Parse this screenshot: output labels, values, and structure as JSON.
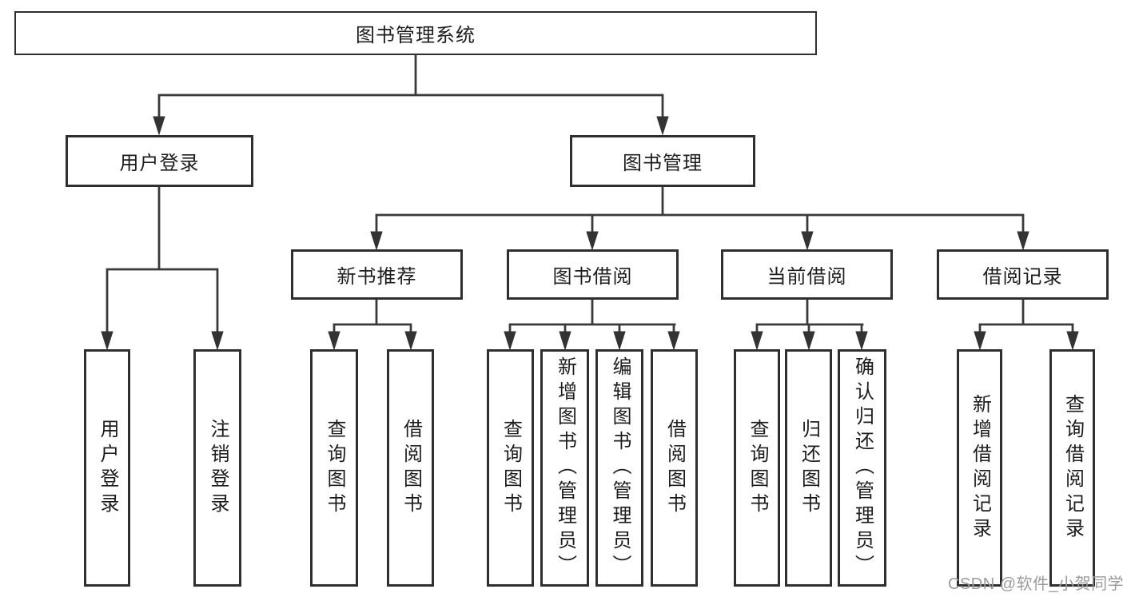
{
  "diagram": {
    "type": "hierarchy",
    "nodes": {
      "root": {
        "label": "图书管理系统"
      },
      "user_login": {
        "label": "用户登录"
      },
      "book_mgmt": {
        "label": "图书管理"
      },
      "new_book_rec": {
        "label": "新书推荐"
      },
      "book_borrow": {
        "label": "图书借阅"
      },
      "current_borrow": {
        "label": "当前借阅"
      },
      "borrow_record": {
        "label": "借阅记录"
      },
      "leaf_user_login": {
        "label": "用户登录"
      },
      "leaf_logout": {
        "label": "注销登录"
      },
      "leaf_rec_query_book": {
        "label": "查询图书"
      },
      "leaf_rec_borrow_book": {
        "label": "借阅图书"
      },
      "leaf_bb_query_book": {
        "label": "查询图书"
      },
      "leaf_bb_add_book": {
        "label": "新增图书（管理员）"
      },
      "leaf_bb_edit_book": {
        "label": "编辑图书（管理员）"
      },
      "leaf_bb_borrow_book": {
        "label": "借阅图书"
      },
      "leaf_cb_query_book": {
        "label": "查询图书"
      },
      "leaf_cb_return_book": {
        "label": "归还图书"
      },
      "leaf_cb_confirm_return": {
        "label": "确认归还（管理员）"
      },
      "leaf_br_add_record": {
        "label": "新增借阅记录"
      },
      "leaf_br_query_record": {
        "label": "查询借阅记录"
      }
    },
    "edges": [
      [
        "root",
        "user_login"
      ],
      [
        "root",
        "book_mgmt"
      ],
      [
        "user_login",
        "leaf_user_login"
      ],
      [
        "user_login",
        "leaf_logout"
      ],
      [
        "book_mgmt",
        "new_book_rec"
      ],
      [
        "book_mgmt",
        "book_borrow"
      ],
      [
        "book_mgmt",
        "current_borrow"
      ],
      [
        "book_mgmt",
        "borrow_record"
      ],
      [
        "new_book_rec",
        "leaf_rec_query_book"
      ],
      [
        "new_book_rec",
        "leaf_rec_borrow_book"
      ],
      [
        "book_borrow",
        "leaf_bb_query_book"
      ],
      [
        "book_borrow",
        "leaf_bb_add_book"
      ],
      [
        "book_borrow",
        "leaf_bb_edit_book"
      ],
      [
        "book_borrow",
        "leaf_bb_borrow_book"
      ],
      [
        "current_borrow",
        "leaf_cb_query_book"
      ],
      [
        "current_borrow",
        "leaf_cb_return_book"
      ],
      [
        "current_borrow",
        "leaf_cb_confirm_return"
      ],
      [
        "borrow_record",
        "leaf_br_add_record"
      ],
      [
        "borrow_record",
        "leaf_br_query_record"
      ]
    ]
  },
  "watermark": {
    "text": "CSDN @软件_小贺同学"
  },
  "colors": {
    "line": "#3a3a3a",
    "box_border": "#2f2f2f",
    "text": "#1d1d1d",
    "watermark": "#9b9b9b",
    "background": "#ffffff"
  }
}
